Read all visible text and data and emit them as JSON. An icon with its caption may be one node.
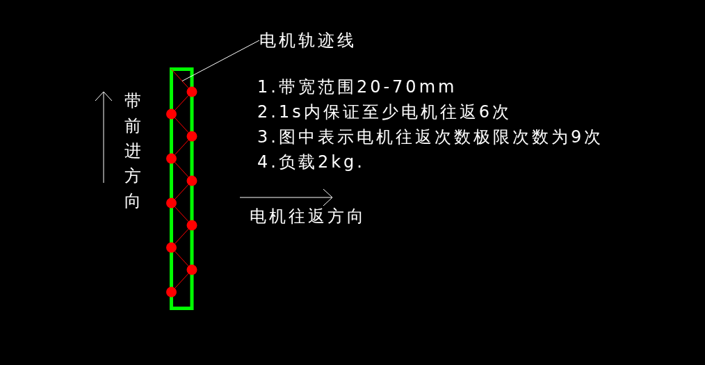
{
  "diagram": {
    "nodes": [
      {
        "text": [
          "电机轨迹线"
        ]
      },
      {
        "text": [],
        "shape": "line"
      }
    ],
    "edges": [
      {
        "from": 0,
        "to": 1,
        "arrow": "none"
      }
    ],
    "labels": [
      "带前进方向",
      "1.带宽范围20-70mm",
      "2.1s内保证至少电机往返6次",
      "3.图中表示电机往返次数极限次数为9次",
      "4.负载2kg.",
      "电机往返方向"
    ]
  }
}
